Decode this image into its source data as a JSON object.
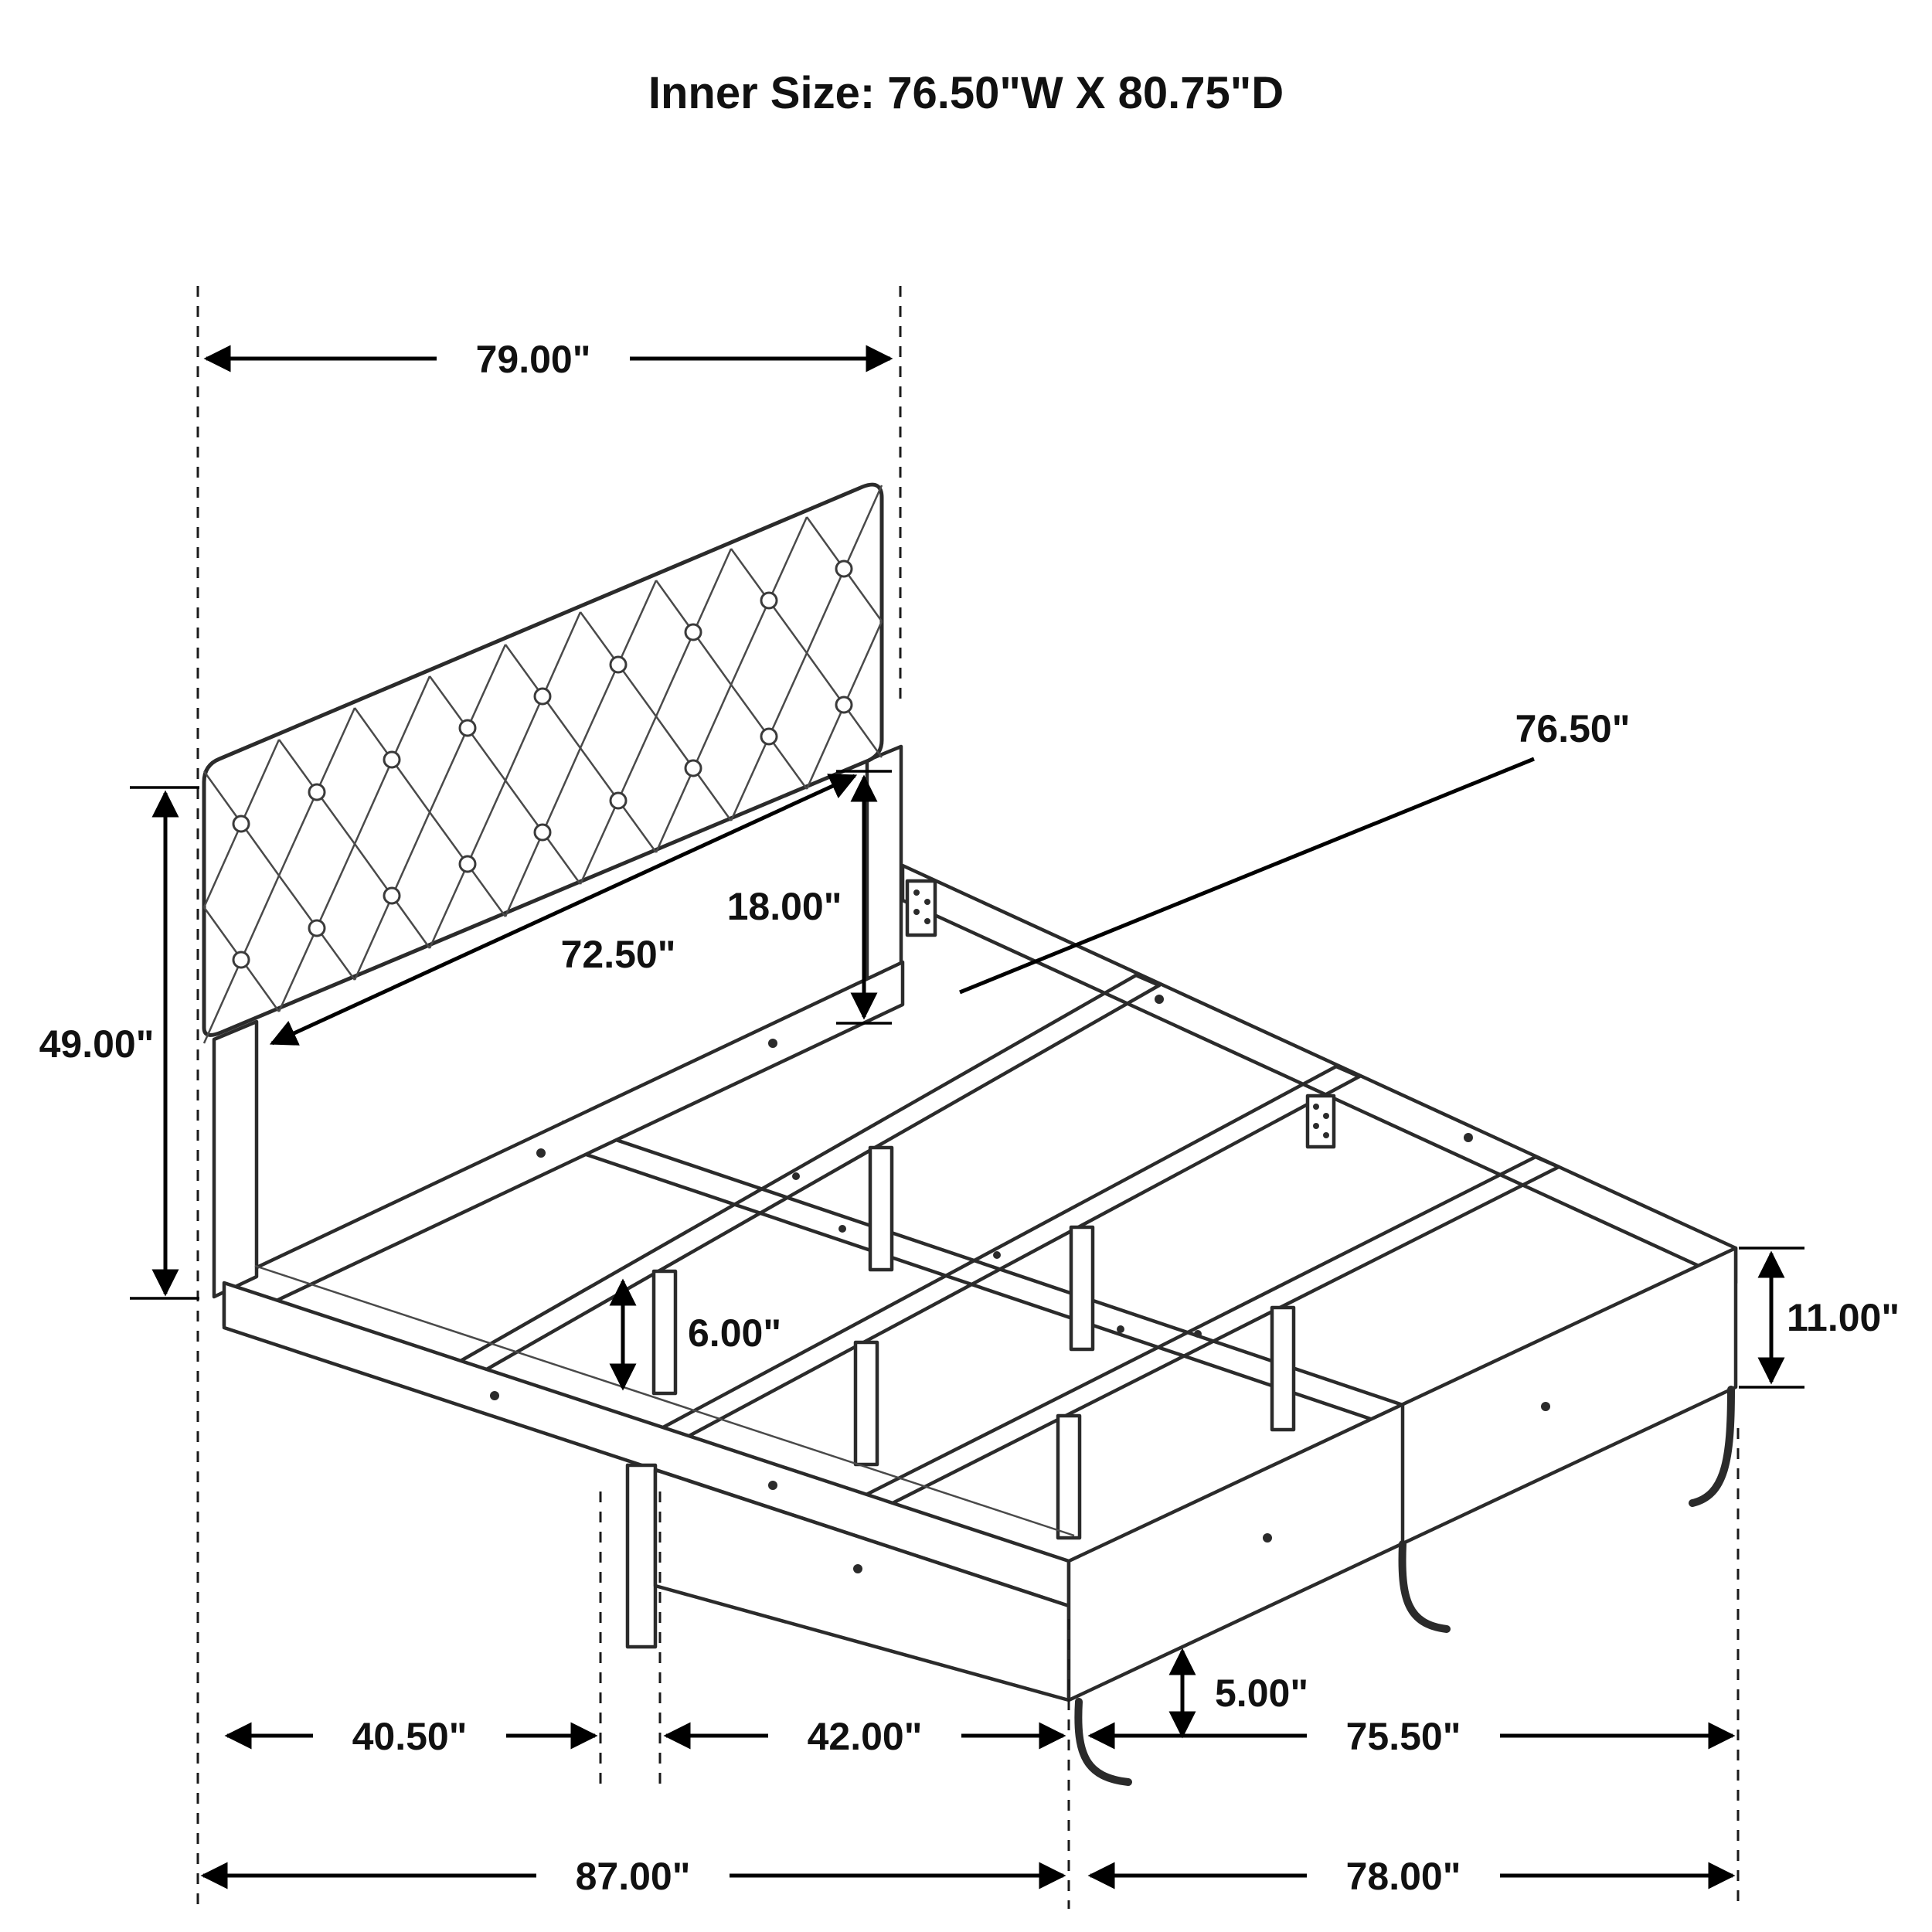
{
  "title": "Inner Size: 76.50\"W X 80.75\"D",
  "dims": {
    "headboard_width": "79.00\"",
    "headboard_height": "49.00\"",
    "panel_width": "72.50\"",
    "panel_drop": "18.00\"",
    "inner_width": "76.50\"",
    "slat_leg_height": "6.00\"",
    "footboard_height": "11.00\"",
    "foot_leg_height": "5.00\"",
    "span_left": "40.50\"",
    "span_mid": "42.00\"",
    "span_right": "75.50\"",
    "overall_left": "87.00\"",
    "overall_right": "78.00\""
  }
}
